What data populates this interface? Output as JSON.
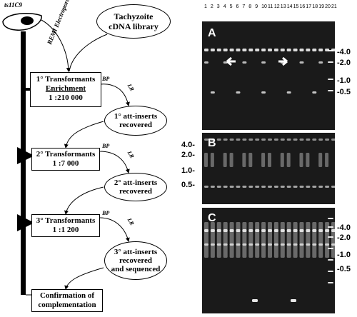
{
  "strain": "ts11C9",
  "library": {
    "line1": "Tachyzoite",
    "line2": "cDNA library"
  },
  "method": "REMI Electroporation",
  "round1": {
    "title": "1° Transformants",
    "subtitle": "Enrichment",
    "ratio": "1 :210 000"
  },
  "round2": {
    "title": "2° Transformants",
    "ratio": "1 :7 000"
  },
  "round3": {
    "title": "3° Transformants",
    "ratio": "1 :1 200"
  },
  "inserts1": {
    "line1": "1° att-inserts",
    "line2": "recovered"
  },
  "inserts2": {
    "line1": "2° att-inserts",
    "line2": "recovered"
  },
  "inserts3": {
    "line1": "3° att-inserts",
    "line2": "recovered",
    "line3": "and sequenced"
  },
  "bp": "BP",
  "lr": "LR",
  "confirmation": {
    "line1": "Confirmation of",
    "line2": "complementation"
  },
  "gel": {
    "lanes": [
      "1",
      "2",
      "3",
      "4",
      "5",
      "6",
      "7",
      "8",
      "9",
      "10",
      "11",
      "12",
      "13",
      "14",
      "15",
      "16",
      "17",
      "18",
      "19",
      "20",
      "21"
    ],
    "panels": [
      "A",
      "B",
      "C"
    ],
    "markers_right_a": [
      "-4.0",
      "-2.0",
      "-1.0",
      "-0.5"
    ],
    "markers_left_b": [
      "4.0-",
      "2.0-",
      "1.0-",
      "0.5-"
    ],
    "markers_right_c": [
      "-4.0",
      "-2.0",
      "-1.0",
      "-0.5"
    ]
  }
}
